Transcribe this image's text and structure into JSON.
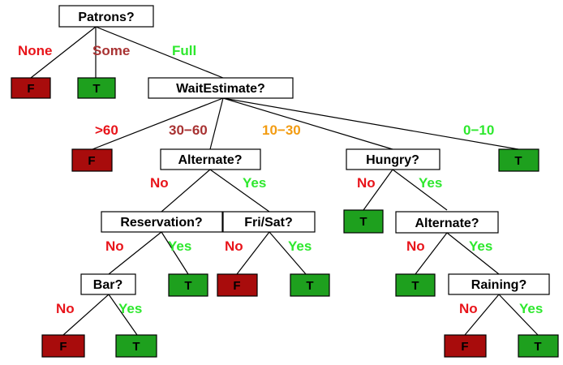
{
  "colors": {
    "none": "#e8141a",
    "some": "#a83232",
    "full": "#2ee82e",
    "gt60": "#e8141a",
    "r30_60": "#a83232",
    "r10_30": "#f39c12",
    "r0_10": "#2ee82e",
    "no": "#e8141a",
    "yes": "#2ee82e",
    "leaf_false": "#a80c0c",
    "leaf_true": "#1ea01e"
  },
  "nodes": {
    "patrons": "Patrons?",
    "wait_estimate": "WaitEstimate?",
    "alternate_1": "Alternate?",
    "hungry": "Hungry?",
    "reservation": "Reservation?",
    "fri_sat": "Fri/Sat?",
    "alternate_2": "Alternate?",
    "bar": "Bar?",
    "raining": "Raining?"
  },
  "branches": {
    "none": "None",
    "some": "Some",
    "full": "Full",
    "gt60": ">60",
    "r30_60": "30−60",
    "r10_30": "10−30",
    "r0_10": "0−10",
    "no": "No",
    "yes": "Yes"
  },
  "leaves": {
    "false": "F",
    "true": "T"
  }
}
